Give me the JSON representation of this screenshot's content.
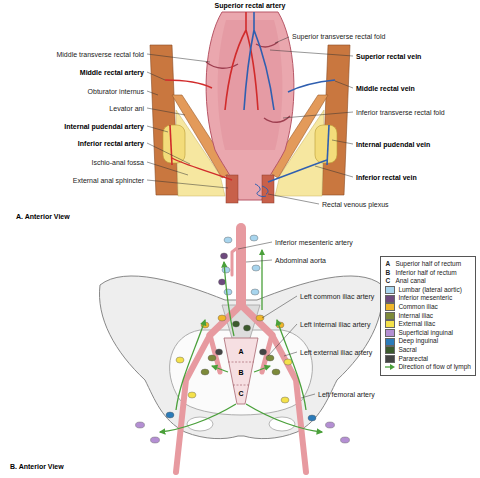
{
  "diagram": {
    "labels": [
      "Superior rectal artery",
      "Superior transverse rectal fold",
      "Middle transverse rectal fold",
      "Superior rectal vein",
      "Middle rectal artery",
      "Middle rectal vein",
      "Obturator internus",
      "Levator ani",
      "Inferior transverse rectal fold",
      "Internal pudendal artery",
      "Internal pudendal vein",
      "Inferior rectal artery",
      "Ischio-anal fossa",
      "Inferior rectal vein",
      "External anal sphincter",
      "Rectal venous plexus",
      "A. Anterior View",
      "Inferior mesenteric artery",
      "Abdominal aorta",
      "Left common iliac artery",
      "Left internal iliac artery",
      "Left external iliac artery",
      "A",
      "B",
      "C",
      "Left femoral artery",
      "B. Anterior View",
      "A",
      "Superior half of rectum",
      "B",
      "Inferior half of rectum",
      "C",
      "Anal canal"
    ],
    "legend": [
      {
        "text": "Lumbar (lateral aortic)",
        "color": "#a8d5ee"
      },
      {
        "text": "Inferior mesenteric",
        "color": "#6e4a7e"
      },
      {
        "text": "Common iliac",
        "color": "#f0b62a"
      },
      {
        "text": "Internal iliac",
        "color": "#7d8a3a"
      },
      {
        "text": "External iliac",
        "color": "#f4e14b"
      },
      {
        "text": "Superficial inguinal",
        "color": "#b48fd3"
      },
      {
        "text": "Deep inguinal",
        "color": "#2b7bb9"
      },
      {
        "text": "Sacral",
        "color": "#3b5a2c"
      },
      {
        "text": "Pararectal",
        "color": "#444444"
      },
      {
        "text": "Direction of flow of lymph"
      }
    ]
  }
}
